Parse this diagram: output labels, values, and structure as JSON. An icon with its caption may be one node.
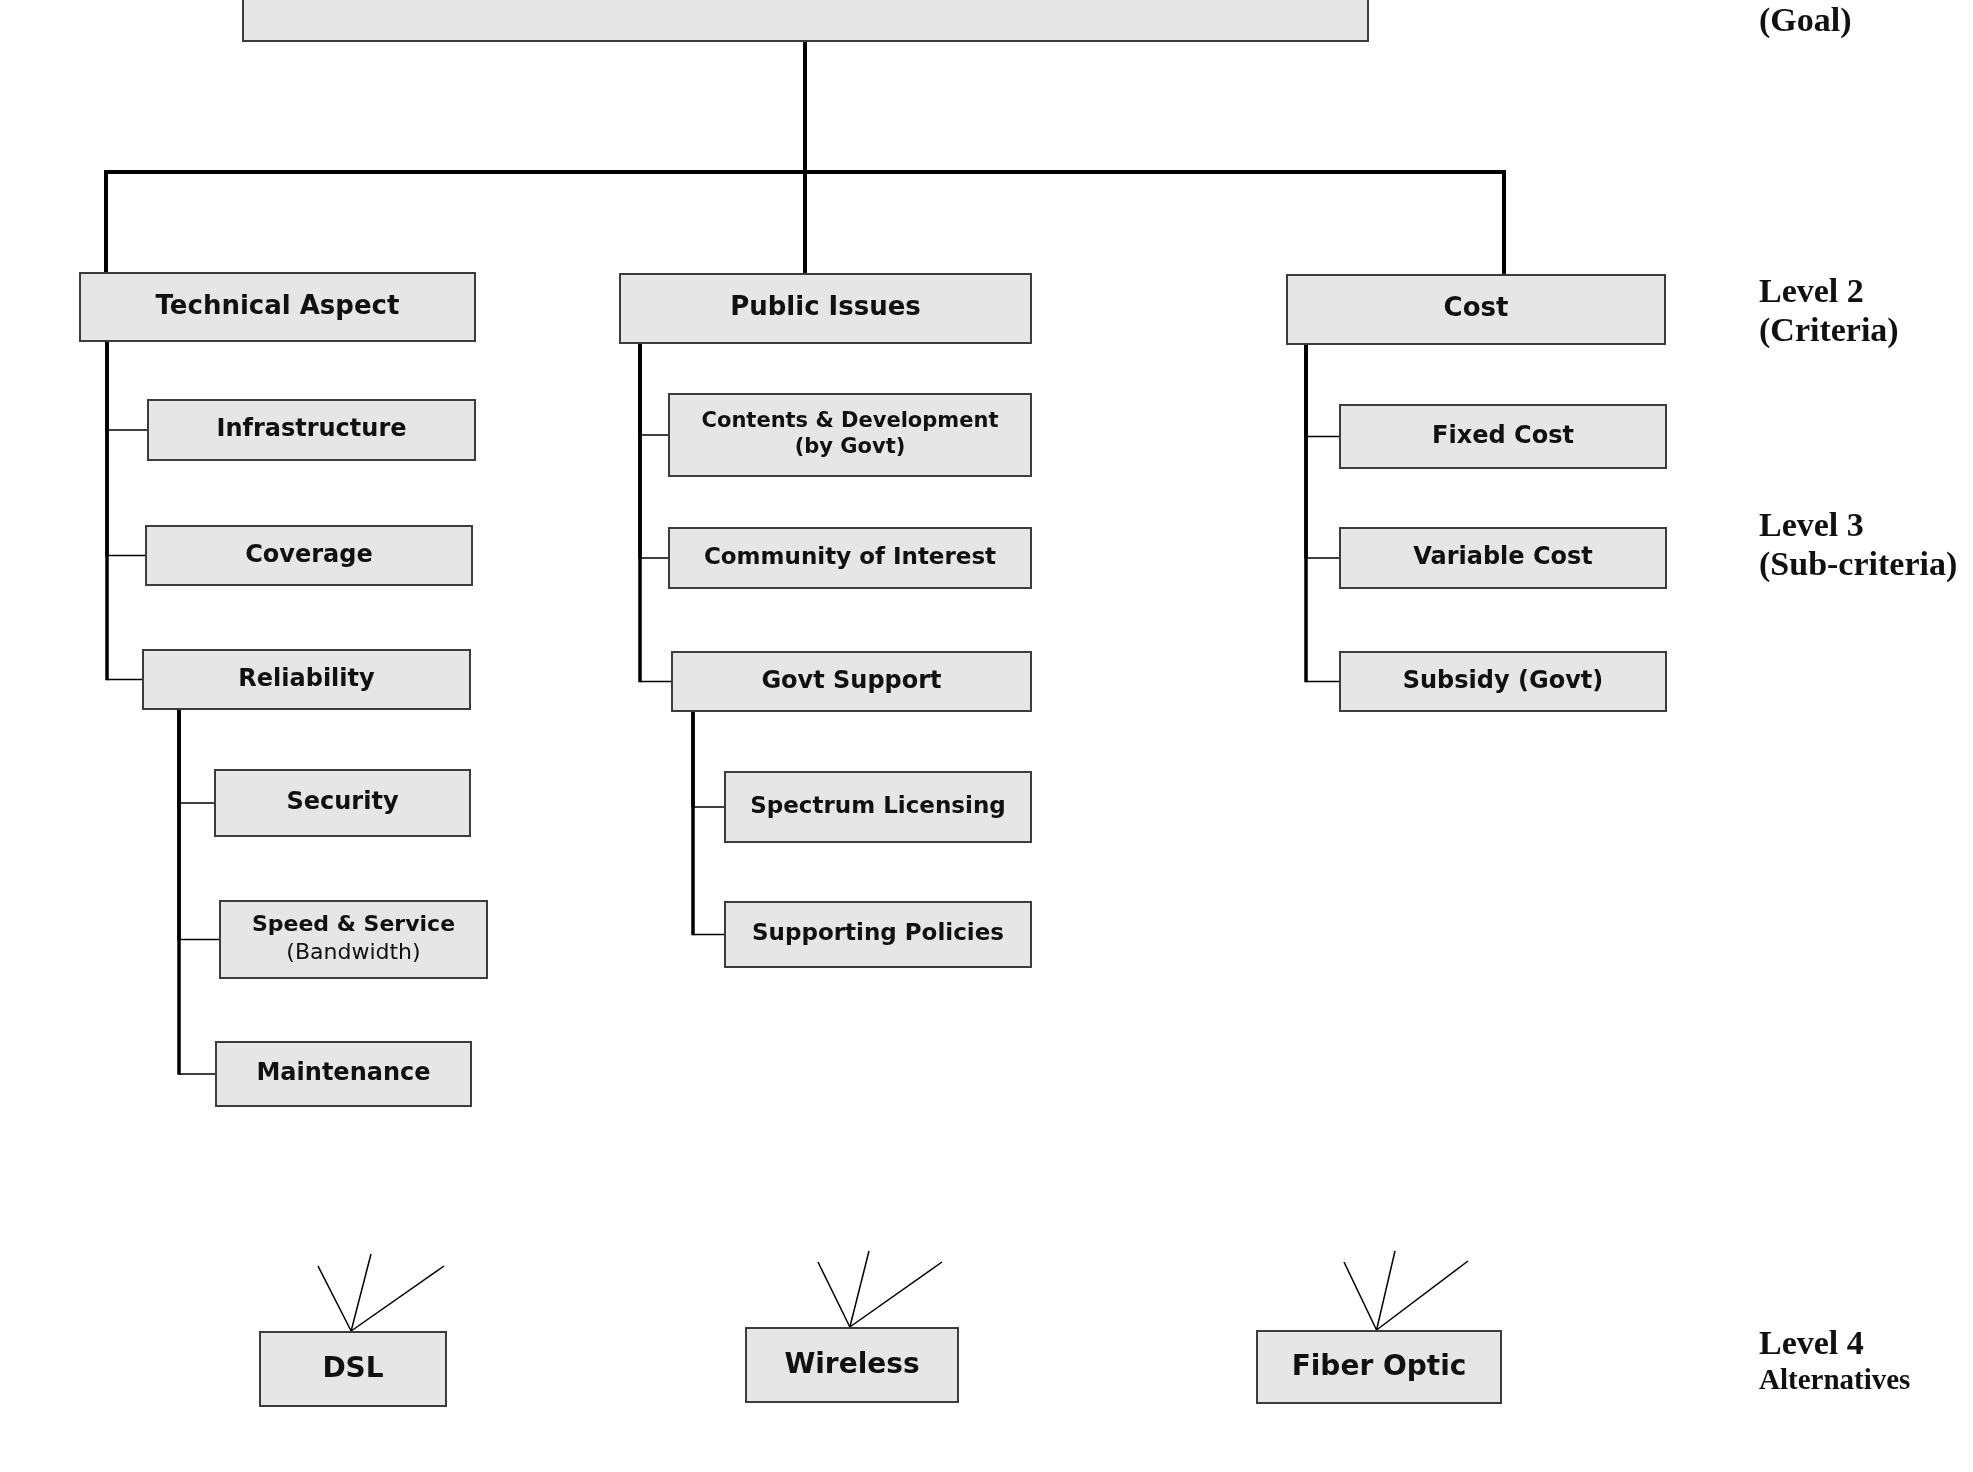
{
  "diagram": {
    "nodes": [
      {
        "text": [],
        "shape": "box"
      },
      {
        "text": [
          "Technical Aspect"
        ]
      },
      {
        "text": [
          "Infrastructure"
        ]
      },
      {
        "text": [
          "Coverage"
        ]
      },
      {
        "text": [
          "Reliability"
        ]
      },
      {
        "text": [
          "Security"
        ]
      },
      {
        "text": [
          "**Speed & Service** (Bandwidth)"
        ]
      },
      {
        "text": [
          "Maintenance"
        ]
      },
      {
        "text": [
          "Public Issues"
        ]
      },
      {
        "text": [
          "Contents & Development (by Govt)"
        ]
      },
      {
        "text": [
          "Community of Interest"
        ]
      },
      {
        "text": [
          "Govt Support"
        ]
      },
      {
        "text": [
          "Spectrum Licensing"
        ]
      },
      {
        "text": [
          "Supporting Policies"
        ]
      },
      {
        "text": [
          "Cost"
        ]
      },
      {
        "text": [
          "Fixed Cost"
        ]
      },
      {
        "text": [
          "Variable Cost"
        ]
      },
      {
        "text": [
          "Subsidy (Govt)"
        ]
      },
      {
        "text": [
          "DSL"
        ]
      },
      {
        "text": [
          "Wireless"
        ]
      },
      {
        "text": [
          "Fiber Optic"
        ]
      }
    ],
    "edges": [
      {
        "from": 0,
        "to": 1,
        "arrow": "none"
      },
      {
        "from": 0,
        "to": 8,
        "arrow": "none"
      },
      {
        "from": 0,
        "to": 14,
        "arrow": "none"
      },
      {
        "from": 1,
        "to": 2,
        "arrow": "none"
      },
      {
        "from": 1,
        "to": 3,
        "arrow": "none"
      },
      {
        "from": 1,
        "to": 4,
        "arrow": "none"
      },
      {
        "from": 4,
        "to": 5,
        "arrow": "none"
      },
      {
        "from": 4,
        "to": 6,
        "arrow": "none"
      },
      {
        "from": 4,
        "to": 7,
        "arrow": "none"
      },
      {
        "from": 8,
        "to": 9,
        "arrow": "none"
      },
      {
        "from": 8,
        "to": 10,
        "arrow": "none"
      },
      {
        "from": 8,
        "to": 11,
        "arrow": "none"
      },
      {
        "from": 11,
        "to": 12,
        "arrow": "none"
      },
      {
        "from": 11,
        "to": 13,
        "arrow": "none"
      },
      {
        "from": 14,
        "to": 15,
        "arrow": "none"
      },
      {
        "from": 14,
        "to": 16,
        "arrow": "none"
      },
      {
        "from": 14,
        "to": 17,
        "arrow": "none"
      },
      {
        "from": null,
        "to": 18,
        "arrow": "none"
      },
      {
        "from": null,
        "to": 18,
        "arrow": "none"
      },
      {
        "from": null,
        "to": 18,
        "arrow": "none"
      },
      {
        "from": null,
        "to": 19,
        "arrow": "none"
      },
      {
        "from": null,
        "to": 19,
        "arrow": "none"
      },
      {
        "from": null,
        "to": 19,
        "arrow": "none"
      },
      {
        "from": null,
        "to": 20,
        "arrow": "none"
      },
      {
        "from": null,
        "to": 20,
        "arrow": "none"
      },
      {
        "from": null,
        "to": 20,
        "arrow": "none"
      }
    ],
    "labels": [
      "(Goal)",
      "Level 2 (Criteria)",
      "Level 3 (Sub-criteria)",
      "Level 4",
      "Alternatives"
    ]
  }
}
